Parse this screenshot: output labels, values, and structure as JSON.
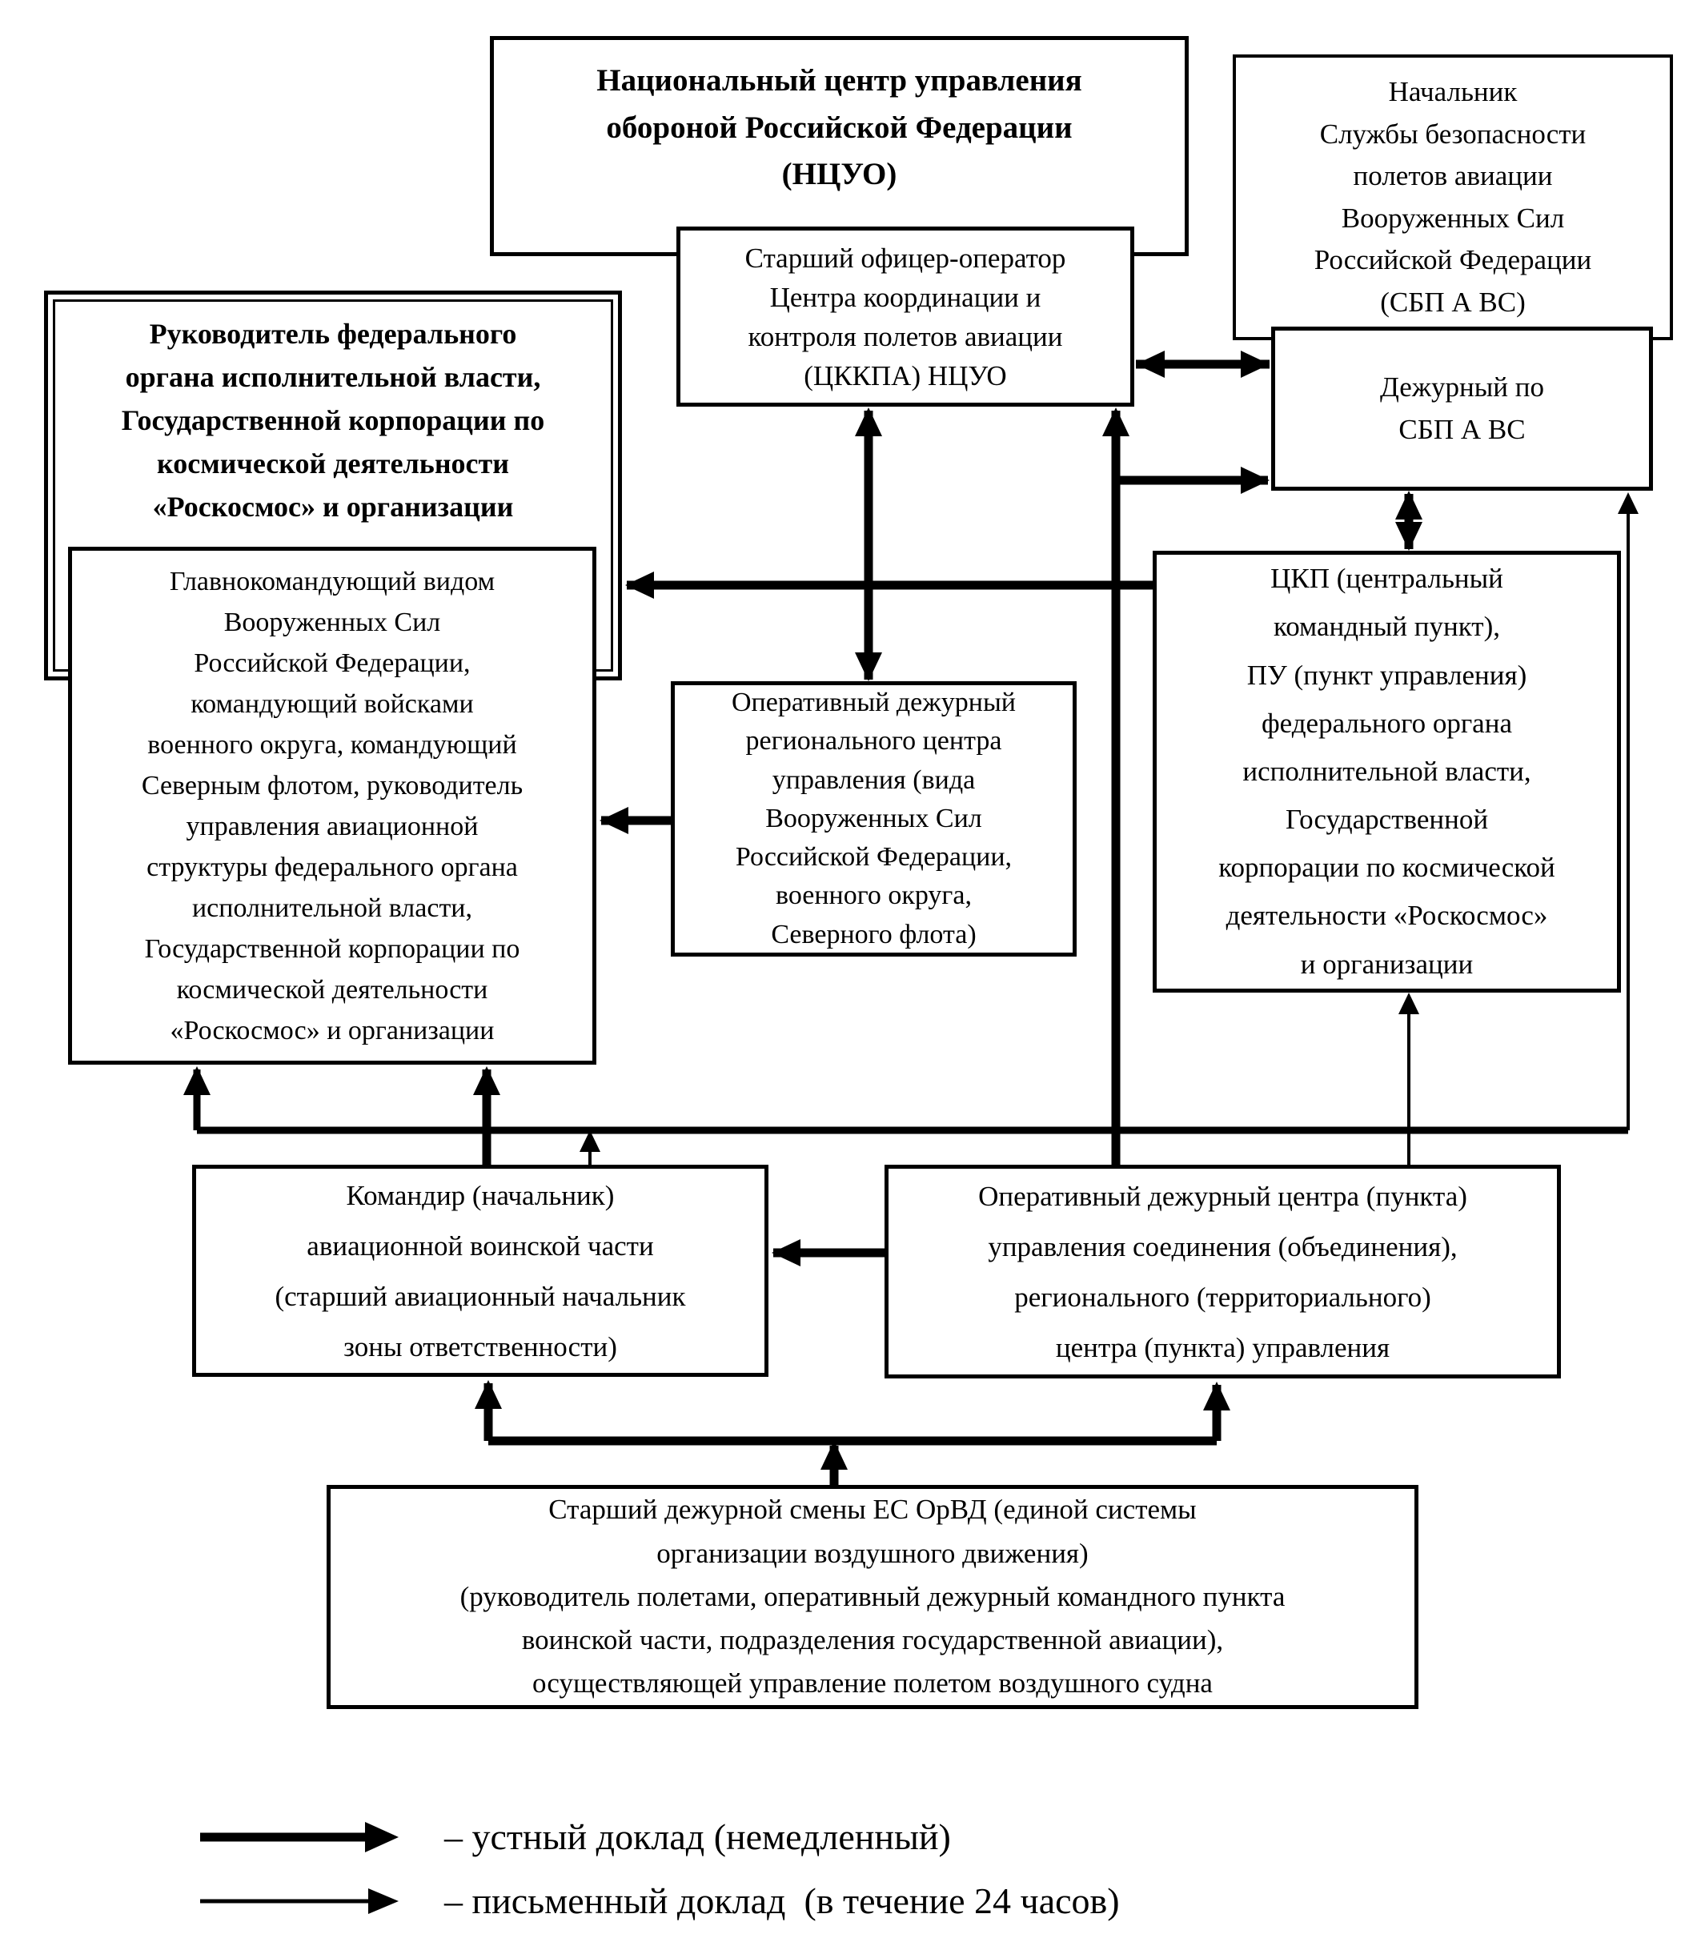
{
  "diagram": {
    "colors": {
      "line": "#000000",
      "background": "#ffffff",
      "text": "#000000"
    },
    "boxes": {
      "ntsuo": {
        "text": "Национальный центр управления\nобороной Российской Федерации\n(НЦУО)"
      },
      "tskkpa": {
        "text": "Старший офицер-оператор\nЦентра координации и\nконтроля полетов авиации\n(ЦККПА) НЦУО"
      },
      "nachalnik": {
        "text": "Начальник\nСлужбы безопасности\nполетов авиации\nВооруженных Сил\nРоссийской Федерации\n(СБП А ВС)"
      },
      "dezhurny": {
        "text": "Дежурный по\nСБП А ВС"
      },
      "rukovoditel": {
        "text": "Руководитель федерального\nоргана исполнительной власти,\nГосударственной корпорации по\nкосмической деятельности\n«Роскосмос» и организации"
      },
      "glavkom": {
        "text": "Главнокомандующий видом\nВооруженных Сил\nРоссийской Федерации,\nкомандующий войсками\nвоенного округа, командующий\nСеверным флотом, руководитель\nуправления авиационной\nструктуры федерального органа\nисполнительной власти,\nГосударственной корпорации по\nкосмической деятельности\n«Роскосмос» и организации"
      },
      "od_reg": {
        "text": "Оперативный дежурный\nрегионального центра\nуправления (вида\nВооруженных Сил\nРоссийской Федерации,\nвоенного округа,\nСеверного флота)"
      },
      "tskp": {
        "text": "ЦКП (центральный\nкомандный пункт),\nПУ (пункт управления)\nфедерального органа\nисполнительной власти,\nГосударственной\nкорпорации по  космической\nдеятельности  «Роскосмос»\nи организации"
      },
      "komandir": {
        "text": "Командир (начальник)\nавиационной воинской части\n(старший авиационный начальник\nзоны ответственности)"
      },
      "od_soed": {
        "text": "Оперативный дежурный центра (пункта)\nуправления соединения (объединения),\nрегионального (территориального)\nцентра (пункта) управления"
      },
      "es_orvd": {
        "text": "Старший дежурной смены ЕС ОрВД (единой системы\nорганизации воздушного движения)\n(руководитель полетами, оперативный дежурный командного пункта\nвоинской части, подразделения государственной авиации),\nосуществляющей управление полетом воздушного судна"
      }
    },
    "legend": {
      "items": [
        {
          "arrow": "thick-arrow",
          "label": "– устный доклад (немедленный)"
        },
        {
          "arrow": "thin-arrow",
          "label": "– письменный доклад  (в течение 24 часов)"
        }
      ]
    }
  }
}
